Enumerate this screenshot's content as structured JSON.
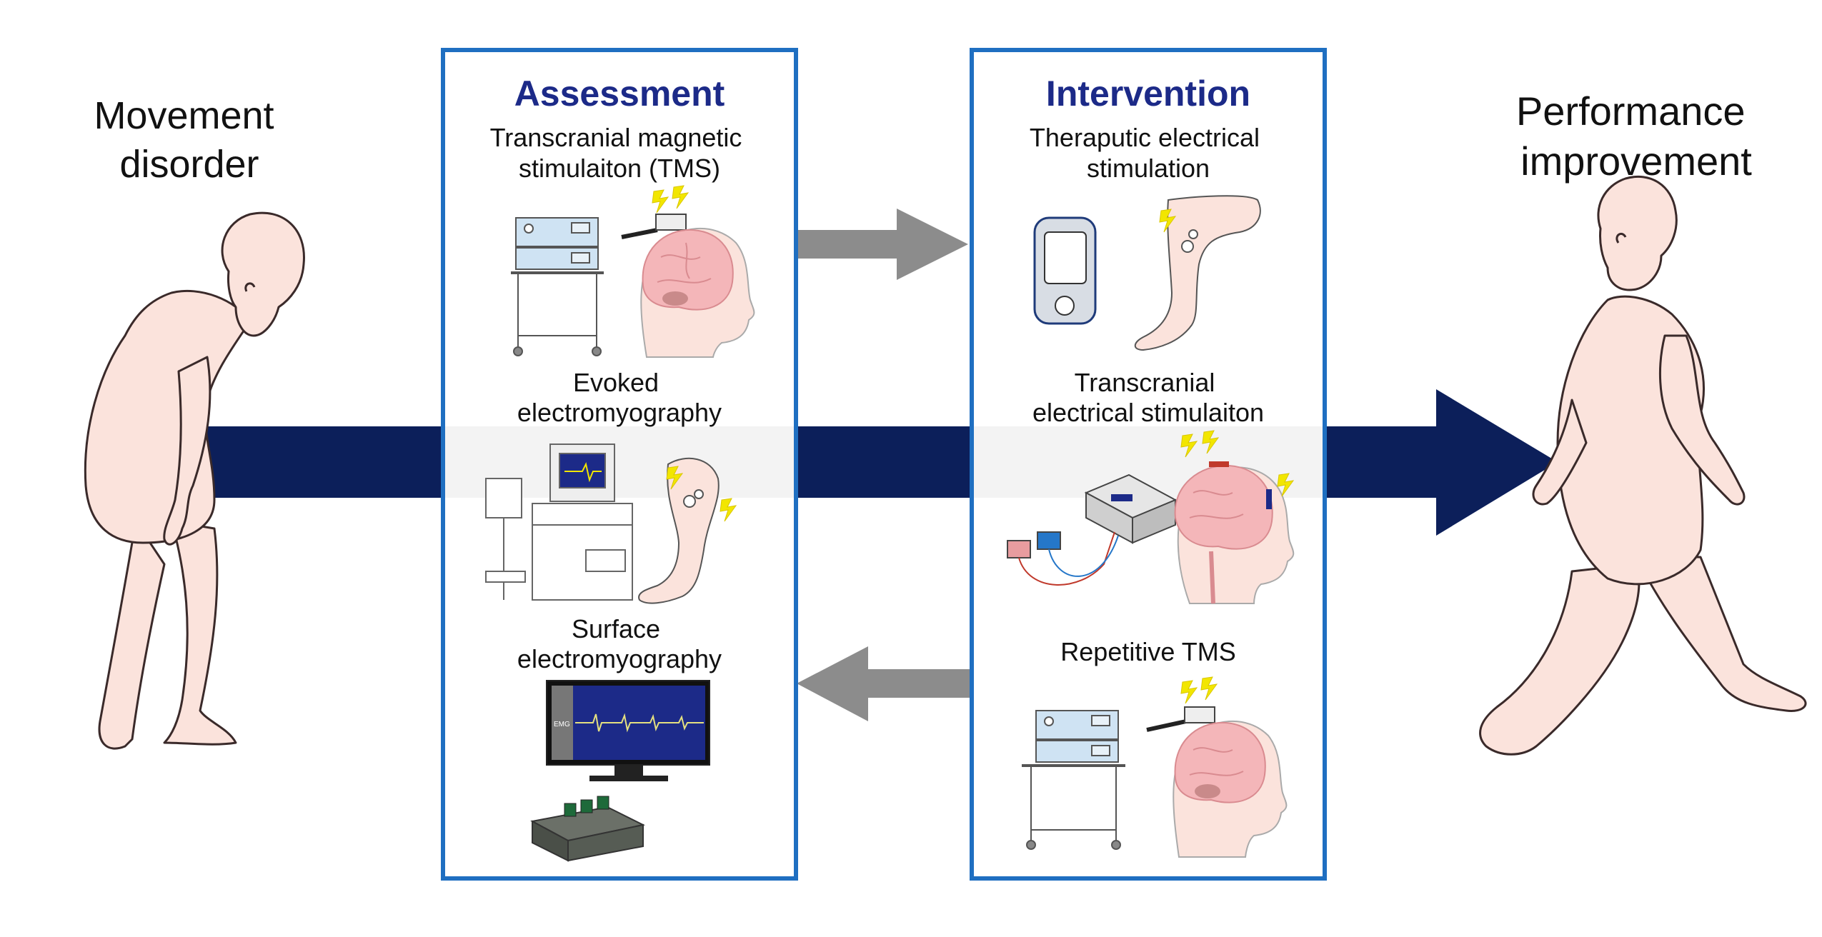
{
  "left_label": [
    "Movement",
    "disorder"
  ],
  "right_label": [
    "Performance",
    "improvement"
  ],
  "assessment": {
    "heading": "Assessment",
    "items": [
      {
        "lines": [
          "Transcranial magnetic",
          "stimulaiton (TMS)"
        ]
      },
      {
        "lines": [
          "Evoked",
          "electromyography"
        ]
      },
      {
        "lines": [
          "Surface",
          "electromyography"
        ]
      }
    ],
    "monitor_label": "EMG"
  },
  "intervention": {
    "heading": "Intervention",
    "items": [
      {
        "lines": [
          "Theraputic electrical",
          "stimulation"
        ]
      },
      {
        "lines": [
          "Transcranial",
          "electrical stimulaiton"
        ]
      },
      {
        "lines": [
          "Repetitive TMS"
        ]
      }
    ]
  },
  "colors": {
    "panel_border": "#1f6fc1",
    "heading": "#1c2a88",
    "main_arrow": "#0c1f5a",
    "feedback_arrow": "#8c8c8c",
    "skin": "#fbe3dc",
    "brain": "#f4b6b9",
    "lightning": "#f2e600"
  },
  "icons": [
    "stooped-person-icon",
    "walking-person-icon",
    "tms-device-icon",
    "brain-head-icon",
    "emg-cart-icon",
    "leg-electrode-icon",
    "emg-monitor-icon",
    "amplifier-box-icon",
    "stimulator-device-icon",
    "tdcs-device-icon",
    "lightning-icon"
  ]
}
